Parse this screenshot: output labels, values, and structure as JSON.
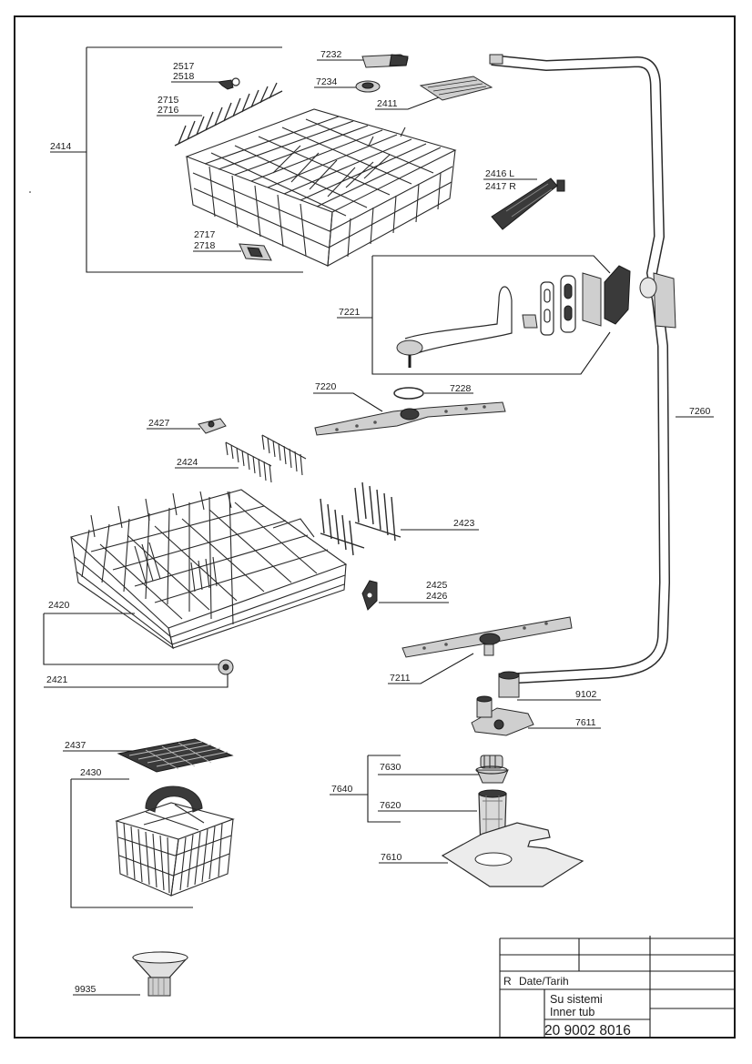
{
  "labels": {
    "p2517": "2517",
    "p2518": "2518",
    "p2715": "2715",
    "p2716": "2716",
    "p2414": "2414",
    "p2717": "2717",
    "p2718": "2718",
    "p7232": "7232",
    "p7234": "7234",
    "p2411": "2411",
    "p2416": "2416 L",
    "p2417": "2417 R",
    "p7221": "7221",
    "p7220": "7220",
    "p7228": "7228",
    "p7260": "7260",
    "p2427": "2427",
    "p2424": "2424",
    "p2423": "2423",
    "p2425": "2425",
    "p2426": "2426",
    "p2420": "2420",
    "p2421": "2421",
    "p7211": "7211",
    "p9102": "9102",
    "p7611": "7611",
    "p2437": "2437",
    "p2430": "2430",
    "p7630": "7630",
    "p7640": "7640",
    "p7620": "7620",
    "p7610": "7610",
    "p9935": "9935"
  },
  "title_block": {
    "revision_label": "R",
    "date_label": "Date/Tarih",
    "title_tr": "Su sistemi",
    "title_en": "Inner tub",
    "drawing_number": "20 9002 8016"
  }
}
